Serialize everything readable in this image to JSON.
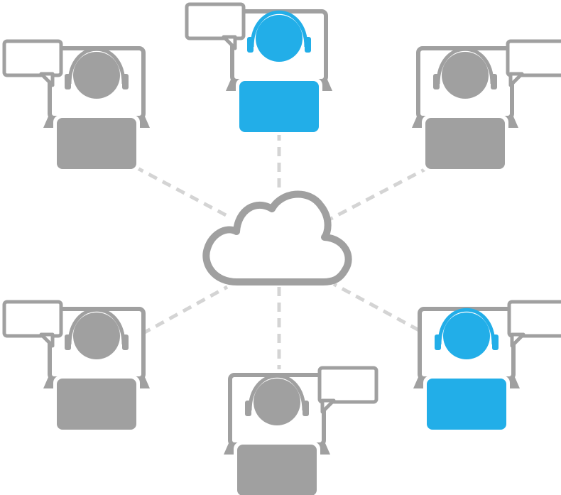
{
  "colors": {
    "inactive": "#a0a0a0",
    "active": "#22aee8",
    "connector": "#d4d4d4",
    "cloud_stroke": "#a0a0a0",
    "background": "#ffffff"
  },
  "diagram": {
    "hub": {
      "icon": "cloud-icon"
    },
    "agents": [
      {
        "id": "agent-top-left",
        "status": "inactive",
        "bubble": "left",
        "icon": "headset-agent-icon"
      },
      {
        "id": "agent-top-center",
        "status": "active",
        "bubble": "left",
        "icon": "headset-agent-icon"
      },
      {
        "id": "agent-top-right",
        "status": "inactive",
        "bubble": "right",
        "icon": "headset-agent-icon"
      },
      {
        "id": "agent-bottom-left",
        "status": "inactive",
        "bubble": "left",
        "icon": "headset-agent-icon"
      },
      {
        "id": "agent-bottom-center",
        "status": "inactive",
        "bubble": "right",
        "icon": "headset-agent-icon"
      },
      {
        "id": "agent-bottom-right",
        "status": "active",
        "bubble": "right",
        "icon": "headset-agent-icon"
      }
    ]
  }
}
